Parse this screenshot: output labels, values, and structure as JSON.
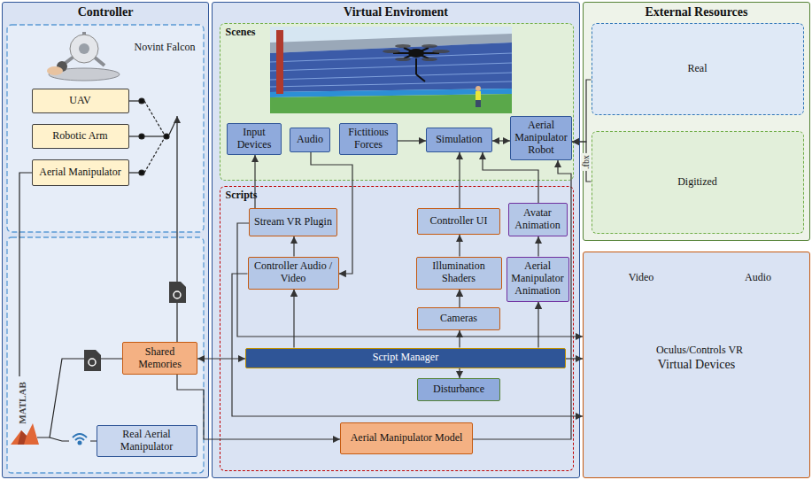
{
  "diagram": {
    "nodes": [
      {
        "text": [
          "Controller"
        ]
      },
      {
        "text": [
          "UAV"
        ],
        "in": 0
      },
      {
        "text": [
          "Robotic Arm"
        ],
        "in": 0
      },
      {
        "text": [
          "Aerial Manipulator"
        ],
        "in": 0
      },
      {
        "text": [
          "Shared Memories"
        ],
        "in": 0
      },
      {
        "text": [
          "Real Aerial Manipulator"
        ],
        "in": 0
      },
      {
        "text": [
          "Virtual Enviroment"
        ]
      },
      {
        "text": [
          "Scenes"
        ],
        "in": 6
      },
      {
        "text": [
          "Input Devices"
        ],
        "in": 7
      },
      {
        "text": [
          "Audio"
        ],
        "in": 7
      },
      {
        "text": [
          "Fictitious Forces"
        ],
        "in": 7
      },
      {
        "text": [
          "Simulation"
        ],
        "in": 7
      },
      {
        "text": [
          "Aerial Manipulator Robot"
        ],
        "in": 7
      },
      {
        "text": [
          "Scripts"
        ],
        "in": 6
      },
      {
        "text": [
          "Stream VR Plugin"
        ],
        "in": 13
      },
      {
        "text": [
          "Controller UI"
        ],
        "in": 13
      },
      {
        "text": [
          "Avatar Animation"
        ],
        "in": 13
      },
      {
        "text": [
          "Controller Audio / Video"
        ],
        "in": 13
      },
      {
        "text": [
          "Illumination Shaders"
        ],
        "in": 13
      },
      {
        "text": [
          "Aerial Manipulator Animation"
        ],
        "in": 13
      },
      {
        "text": [
          "Cameras"
        ],
        "in": 13
      },
      {
        "text": [
          "Script Manager"
        ],
        "in": 13
      },
      {
        "text": [
          "Disturbance"
        ],
        "in": 13
      },
      {
        "text": [
          "Aerial Manipulator Model"
        ],
        "in": 13
      },
      {
        "text": [
          "External Resources"
        ]
      },
      {
        "text": [
          "Real"
        ],
        "in": 24
      },
      {
        "text": [
          "Digitized"
        ],
        "in": 24
      },
      {
        "text": [
          "Virtual Devices"
        ]
      }
    ],
    "edges": [
      {
        "from": 10,
        "to": 11,
        "arrow": "to"
      },
      {
        "from": 11,
        "to": 12,
        "arrow": "both"
      },
      {
        "from": 14,
        "to": 8,
        "arrow": "to"
      },
      {
        "from": 9,
        "to": 17,
        "arrow": "to"
      },
      {
        "from": 17,
        "to": 14,
        "arrow": "to"
      },
      {
        "from": 15,
        "to": 11,
        "arrow": "to"
      },
      {
        "from": 18,
        "to": 15,
        "arrow": "to"
      },
      {
        "from": 20,
        "to": 18,
        "arrow": "to"
      },
      {
        "from": 21,
        "to": 20,
        "arrow": "to"
      },
      {
        "from": 21,
        "to": 17,
        "arrow": "to"
      },
      {
        "from": 19,
        "to": 16,
        "arrow": "to"
      },
      {
        "from": 21,
        "to": 19,
        "arrow": "to"
      },
      {
        "from": 16,
        "to": 11,
        "arrow": "to"
      },
      {
        "from": 21,
        "to": 22,
        "arrow": "to"
      },
      {
        "from": 4,
        "to": 21,
        "arrow": "both"
      },
      {
        "from": 4,
        "to": 23,
        "arrow": "to"
      },
      {
        "from": 23,
        "to": 12,
        "arrow": "to"
      },
      {
        "from": 21,
        "to": 27,
        "arrow": "to"
      },
      {
        "from": 14,
        "to": 27,
        "arrow": "to"
      },
      {
        "from": 17,
        "to": 27,
        "arrow": "to"
      },
      {
        "from": 25,
        "to": 12,
        "arrow": "to"
      },
      {
        "from": 26,
        "to": 12,
        "arrow": "to",
        "label": ".fbx"
      }
    ],
    "labels": [
      "Novint Falcon",
      "MATLAB",
      "Video",
      "Audio",
      "Oculus/Controls VR"
    ]
  }
}
